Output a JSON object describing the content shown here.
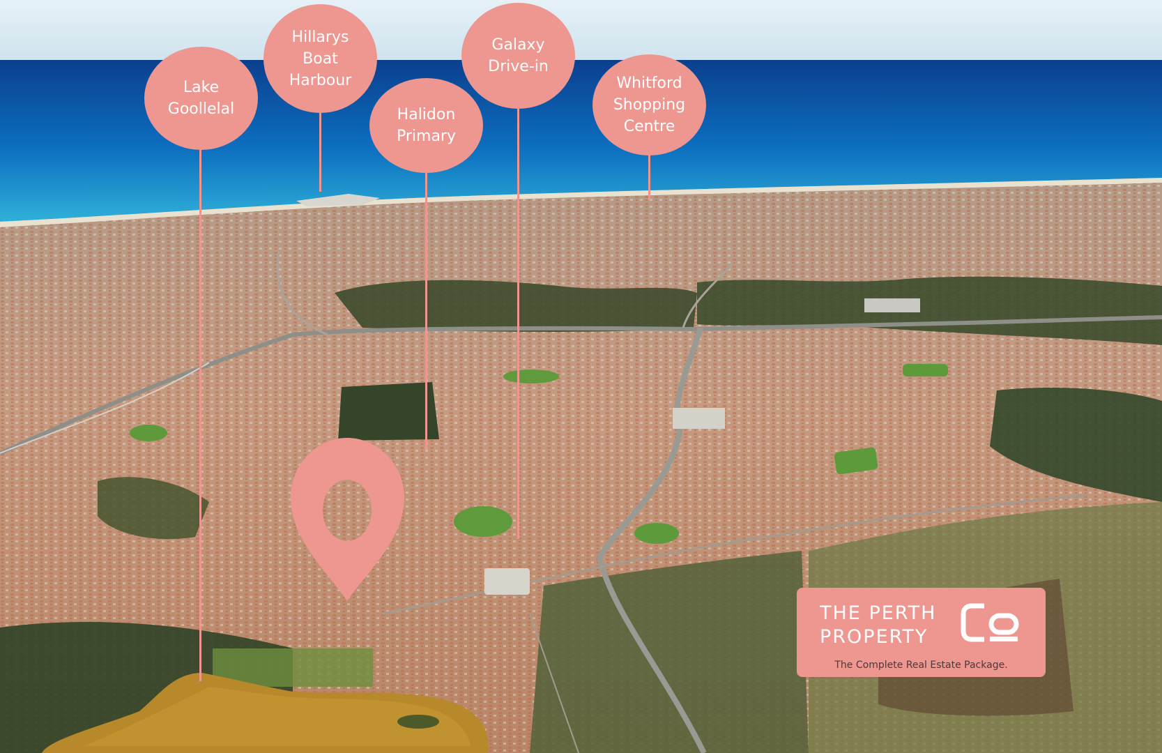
{
  "colors": {
    "accent": "#ee9690",
    "sky": "#dcebf3",
    "ocean_deep": "#0b3f8e",
    "ocean_mid": "#0d6fc0",
    "ocean_shallow": "#2fb0d8",
    "suburb": "#c69a80",
    "bushland": "#3b4a2c",
    "lake": "#b8892a",
    "text_dark": "#4a3a38"
  },
  "labels": [
    {
      "text": "Lake\nGoollelal",
      "icon": "map-callout"
    },
    {
      "text": "Hillarys\nBoat\nHarbour",
      "icon": "map-callout"
    },
    {
      "text": "Halidon\nPrimary",
      "icon": "map-callout"
    },
    {
      "text": "Galaxy\nDrive-in",
      "icon": "map-callout"
    },
    {
      "text": "Whitford\nShopping\nCentre",
      "icon": "map-callout"
    }
  ],
  "marker": {
    "icon": "location-pin-icon"
  },
  "brand": {
    "name": "THE PERTH\nPROPERTY",
    "logo_icon": "co-monogram-icon",
    "tagline": "The Complete Real Estate Package."
  }
}
